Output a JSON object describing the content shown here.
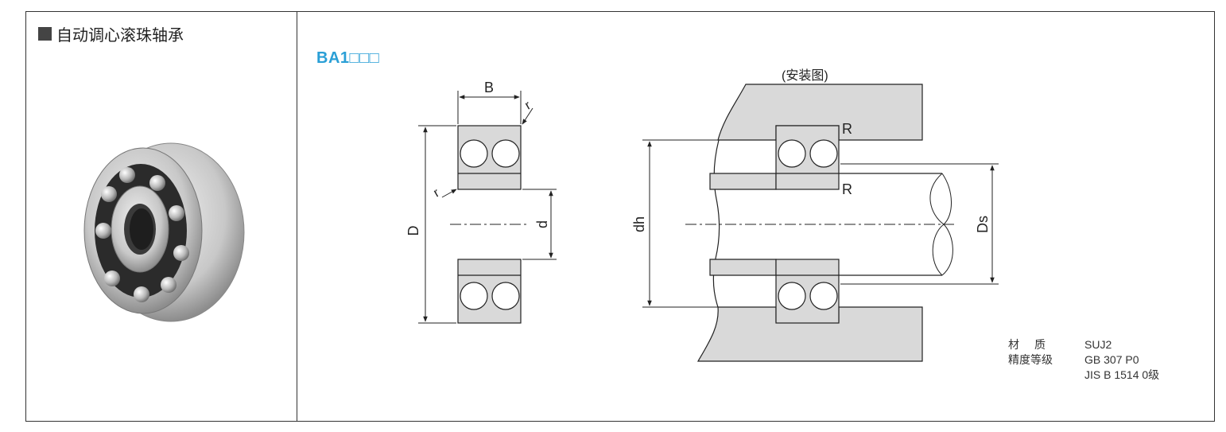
{
  "product": {
    "category_title": "自动调心滚珠轴承",
    "model_code": "BA1□□□"
  },
  "drawing": {
    "dim_B": "B",
    "dim_r": "r",
    "dim_D": "D",
    "dim_d": "d",
    "install_caption": "(安装图)",
    "dim_R": "R",
    "dim_dh": "dh",
    "dim_Ds": "Ds"
  },
  "specs": {
    "material_key": "材质",
    "material_value": "SUJ2",
    "precision_key": "精度等级",
    "precision_value_1": "GB 307 P0",
    "precision_value_2": "JIS B 1514 0级"
  },
  "colors": {
    "accent": "#2a9fd6",
    "fill_gray": "#d9d9d9",
    "line": "#222222"
  }
}
